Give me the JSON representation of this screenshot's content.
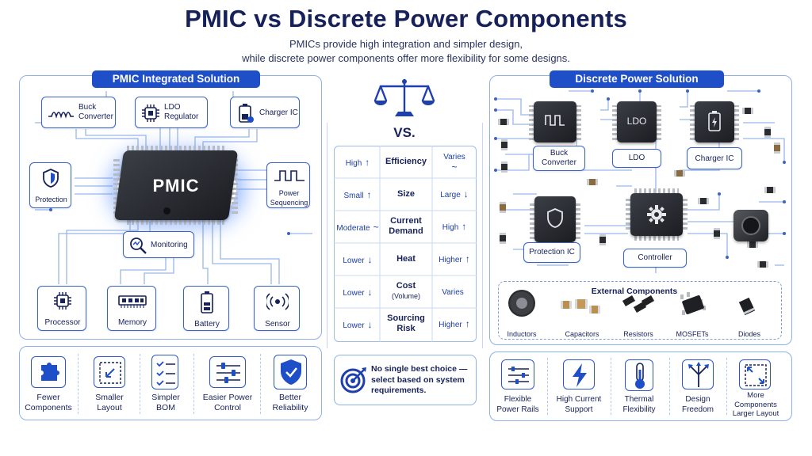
{
  "header": {
    "title": "PMIC vs Discrete Power Components",
    "subtitle_line1": "PMICs provide high integration and simpler design,",
    "subtitle_line2": "while discrete power components offer more flexibility for some designs."
  },
  "pmic": {
    "heading": "PMIC Integrated Solution",
    "chip_label": "PMIC",
    "blocks": {
      "buck": "Buck Converter",
      "ldo": "LDO Regulator",
      "charger": "Charger IC",
      "protection": "Protection",
      "sequencing": "Power Sequencing",
      "monitoring": "Monitoring"
    },
    "peripherals": [
      "Processor",
      "Memory",
      "Battery",
      "Sensor"
    ],
    "benefits": [
      "Fewer Components",
      "Smaller Layout",
      "Simpler BOM",
      "Easier Power Control",
      "Better Reliability"
    ]
  },
  "comparison": {
    "vs_label": "VS.",
    "rows": [
      {
        "left": "High",
        "left_dir": "↑",
        "metric": "Efficiency",
        "metric_note": "",
        "right": "Varies",
        "right_dir": "~"
      },
      {
        "left": "Small",
        "left_dir": "↑",
        "metric": "Size",
        "metric_note": "",
        "right": "Large",
        "right_dir": "↓"
      },
      {
        "left": "Moderate",
        "left_dir": "~",
        "metric": "Current Demand",
        "metric_note": "",
        "right": "High",
        "right_dir": "↑"
      },
      {
        "left": "Lower",
        "left_dir": "↓",
        "metric": "Heat",
        "metric_note": "",
        "right": "Higher",
        "right_dir": "↑"
      },
      {
        "left": "Lower",
        "left_dir": "↓",
        "metric": "Cost",
        "metric_note": "(Volume)",
        "right": "Varies",
        "right_dir": ""
      },
      {
        "left": "Lower",
        "left_dir": "↓",
        "metric": "Sourcing Risk",
        "metric_note": "",
        "right": "Higher",
        "right_dir": "↑"
      }
    ],
    "note": "No single best choice — select based on system requirements."
  },
  "discrete": {
    "heading": "Discrete Power Solution",
    "chips": {
      "buck": "Buck Converter",
      "ldo": "LDO",
      "ldo_mark": "LDO",
      "charger": "Charger IC",
      "protection": "Protection IC",
      "controller": "Controller"
    },
    "external_heading": "External Components",
    "external": [
      "Inductors",
      "Capacitors",
      "Resistors",
      "MOSFETs",
      "Diodes"
    ],
    "benefits": [
      "Flexible Power Rails",
      "High Current Support",
      "Thermal Flexibility",
      "Design Freedom",
      "More Components Larger Layout"
    ]
  },
  "colors": {
    "accent": "#1e4fc8",
    "navy": "#16215a",
    "line": "#8fb0e6",
    "glow": "#3d7bff"
  }
}
